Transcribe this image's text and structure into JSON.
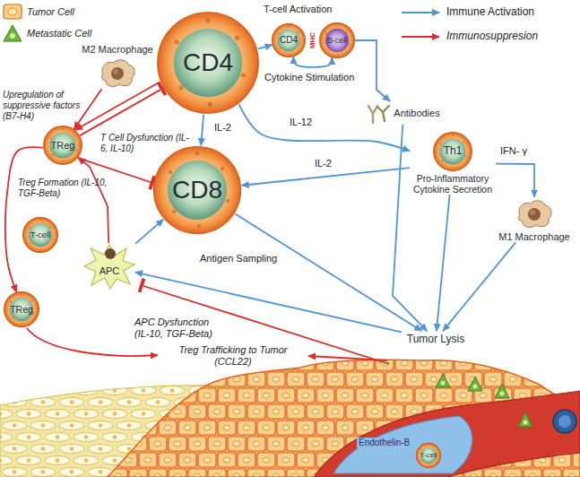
{
  "diagram": {
    "nodes": [
      {
        "text": [
          "CD4"
        ]
      },
      {
        "text": [
          "CD4"
        ]
      },
      {
        "text": [
          "B-cell"
        ]
      },
      {
        "text": [
          "M2 Macrophage"
        ]
      },
      {
        "text": [
          "TReg"
        ]
      },
      {
        "text": [
          "Antibodies"
        ]
      },
      {
        "text": [
          "Th1",
          "Pro-Inflammatory Cytokine Secretion"
        ]
      },
      {
        "text": [
          "CD8"
        ]
      },
      {
        "text": [
          "M1 Macrophage"
        ]
      },
      {
        "text": [
          "T-cell"
        ]
      },
      {
        "text": [
          "APC"
        ]
      },
      {
        "text": [
          "TReg"
        ]
      },
      {
        "text": [
          "Tumor Lysis"
        ]
      },
      {
        "text": [
          "T-cell"
        ]
      }
    ],
    "edges": [
      {
        "from": 0,
        "to": 1,
        "arrow": "to"
      },
      {
        "from": 1,
        "to": 2,
        "arrow": "both"
      },
      {
        "from": 2,
        "to": 5,
        "arrow": "to"
      },
      {
        "from": 5,
        "to": 12,
        "arrow": "to"
      },
      {
        "from": 0,
        "to": 7,
        "label": "IL-2",
        "arrow": "to"
      },
      {
        "from": 0,
        "to": 6,
        "label": "IL-12",
        "arrow": "to"
      },
      {
        "from": 6,
        "to": 8,
        "label": "IFN- γ",
        "arrow": "to"
      },
      {
        "from": 6,
        "to": 7,
        "label": "IL-2",
        "arrow": "to"
      },
      {
        "from": 6,
        "to": 12,
        "arrow": "to"
      },
      {
        "from": 8,
        "to": 12,
        "arrow": "to"
      },
      {
        "from": 7,
        "to": 12,
        "arrow": "to"
      },
      {
        "from": 10,
        "to": 7,
        "arrow": "to"
      },
      {
        "from": 12,
        "to": 10,
        "label": "Antigen Sampling",
        "arrow": "to"
      },
      {
        "from": 0,
        "to": 4,
        "arrow": "to"
      },
      {
        "from": 4,
        "to": 0,
        "arrow": "to"
      },
      {
        "from": 4,
        "to": 7,
        "arrow": "to"
      },
      {
        "from": 3,
        "to": 4,
        "arrow": "to"
      },
      {
        "from": 10,
        "to": 4,
        "arrow": "to"
      },
      {
        "from": 4,
        "to": 11,
        "arrow": "to"
      }
    ],
    "labels": [
      "T-cell Activation",
      "MHC",
      "Cytokine Stimulation",
      "Upregulation of suppressive factors (B7-H4)",
      "T Cell Dysfunction (IL-6, IL-10)",
      "Treg Formation (IL-10, TGF-Beta)",
      "APC Dysfunction (IL-10, TGF-Beta)",
      "Treg Trafficking to Tumor (CCL22)",
      "Endothelin-B"
    ],
    "legend": [
      {
        "text": "Tumor Cell"
      },
      {
        "text": "Metastatic Cell"
      },
      {
        "text": "Immune Activation"
      },
      {
        "text": "Immunosuppresion"
      }
    ]
  }
}
